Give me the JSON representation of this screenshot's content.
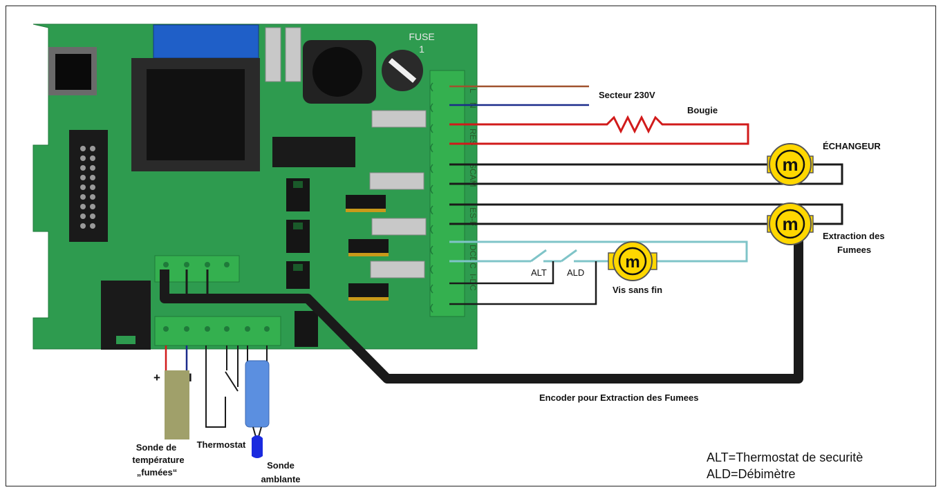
{
  "board": {
    "fuse_label": "FUSE",
    "fuse_number": "1",
    "terminal_pins": [
      "L",
      "N",
      "RES",
      "SCAM",
      "ES-F",
      "DCDC",
      "I-DC"
    ]
  },
  "labels": {
    "secteur": "Secteur 230V",
    "bougie": "Bougie",
    "echangeur": "ÉCHANGEUR",
    "extraction_line1": "Extraction des",
    "extraction_line2": "Fumees",
    "vis_sans_fin": "Vis sans fin",
    "alt": "ALT",
    "ald": "ALD",
    "motor_symbol": "m",
    "encoder": "Encoder pour Extraction des Fumees",
    "plus": "+",
    "minus": "I",
    "sonde_temp_line1": "Sonde de",
    "sonde_temp_line2": "température",
    "sonde_temp_line3": "„fumées“",
    "thermostat": "Thermostat",
    "sonde_amb_line1": "Sonde",
    "sonde_amb_line2": "amblante"
  },
  "legend": {
    "alt": "ALT=Thermostat de securitè",
    "ald": "ALD=Débimètre"
  },
  "colors": {
    "pcb": "#2e9b4f",
    "pcb_dark": "#1f7a3a",
    "terminal": "#34b04f",
    "brown_wire": "#a0522d",
    "blue_wire": "#1a2a8a",
    "red_wire": "#d11a1a",
    "black_wire": "#1a1a1a",
    "cyan_wire": "#7fc4c8",
    "motor_fill": "#ffd700",
    "sensor_khaki": "#a0a06a",
    "sensor_blue": "#5b8fe0",
    "blue_tip": "#1a2adf"
  }
}
